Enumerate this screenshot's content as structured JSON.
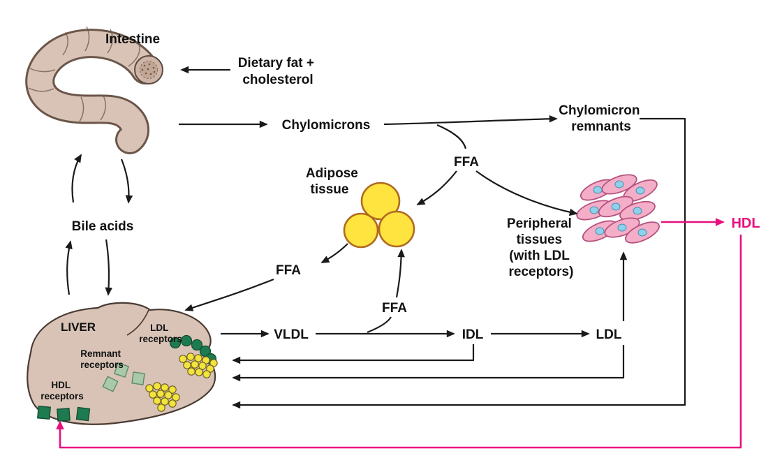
{
  "diagram": {
    "labels": {
      "intestine": "Intestine",
      "dietary_fat": [
        "Dietary fat +",
        "cholesterol"
      ],
      "chylomicrons": "Chylomicrons",
      "chylomicron_remnants": [
        "Chylomicron",
        "remnants"
      ],
      "ffa_top": "FFA",
      "adipose_tissue": [
        "Adipose",
        "tissue"
      ],
      "peripheral_tissues": [
        "Peripheral",
        "tissues",
        "(with LDL",
        "receptors)"
      ],
      "hdl": "HDL",
      "bile_acids": "Bile acids",
      "ffa_mid": "FFA",
      "ffa_lower": "FFA",
      "liver": "LIVER",
      "ldl_receptors": [
        "LDL",
        "receptors"
      ],
      "remnant_receptors": [
        "Remnant",
        "receptors"
      ],
      "hdl_receptors": [
        "HDL",
        "receptors"
      ],
      "vldl": "VLDL",
      "idl": "IDL",
      "ldl": "LDL"
    },
    "colors": {
      "arrow_black": "#1a1a1a",
      "hdl_pink": "#e80f7f",
      "intestine_tan": "#d8c3b6",
      "intestine_outline": "#6b564a",
      "adipose_yellow": "#ffe33e",
      "adipose_outline": "#b06a20",
      "peripheral_pink": "#f5aec8",
      "peripheral_outline": "#b5537f",
      "nucleus_blue": "#8fd0ea",
      "liver_tan": "#d8c3b6",
      "liver_outline": "#4a3a33",
      "receptor_dark_green": "#1e7a4f",
      "remnant_sage_green": "#a9c9ab",
      "particle_yellow": "#f2e43c"
    }
  }
}
